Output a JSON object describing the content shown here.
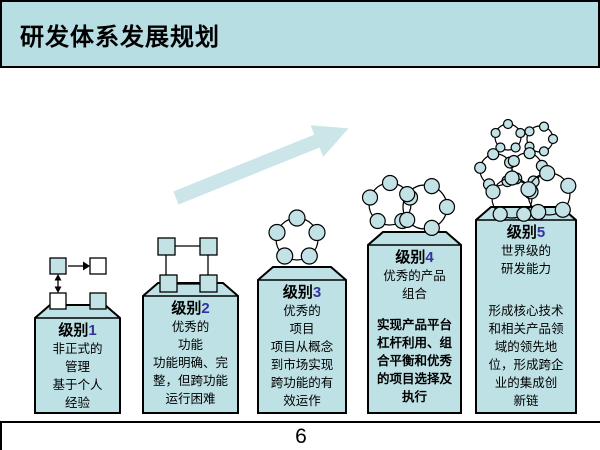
{
  "slide": {
    "title": "研发体系发展规划",
    "page_number": "6"
  },
  "colors": {
    "header_bg": "#b7dee3",
    "pillar_fill": "#bee1e5",
    "node_fill": "#c2e2e6",
    "arrow_fill": "#cbe5e9",
    "level_number_color": "#3333a0",
    "border_color": "#000000"
  },
  "pillars": [
    {
      "level_prefix": "级别",
      "level_number": "1",
      "lines1": [
        "非正式的",
        "管理",
        "基于个人",
        "经验"
      ],
      "lines2": []
    },
    {
      "level_prefix": "级别",
      "level_number": "2",
      "lines1": [
        "优秀的",
        "功能",
        "功能明确、完",
        "整，但跨功能",
        "运行困难"
      ],
      "lines2": []
    },
    {
      "level_prefix": "级别",
      "level_number": "3",
      "lines1": [
        "优秀的",
        "项目",
        "项目从概念",
        "到市场实现",
        "跨功能的有",
        "效运作"
      ],
      "lines2": []
    },
    {
      "level_prefix": "级别",
      "level_number": "4",
      "lines1": [
        "优秀的产品",
        "组合"
      ],
      "lines2": [
        "实现产品平台",
        "杠杆利用、组",
        "合平衡和优秀",
        "的项目选择及",
        "执行"
      ]
    },
    {
      "level_prefix": "级别",
      "level_number": "5",
      "lines1": [
        "世界级的",
        "研发能力"
      ],
      "lines2": [
        "形成核心技术",
        "和相关产品领",
        "域的领先地",
        "位，形成跨企",
        "业的集成创",
        "新链"
      ]
    }
  ],
  "icons": [
    "informal-process-icon",
    "linked-functions-icon",
    "project-network-icon",
    "portfolio-network-icon",
    "innovation-cluster-icon",
    "growth-arrow-icon"
  ]
}
